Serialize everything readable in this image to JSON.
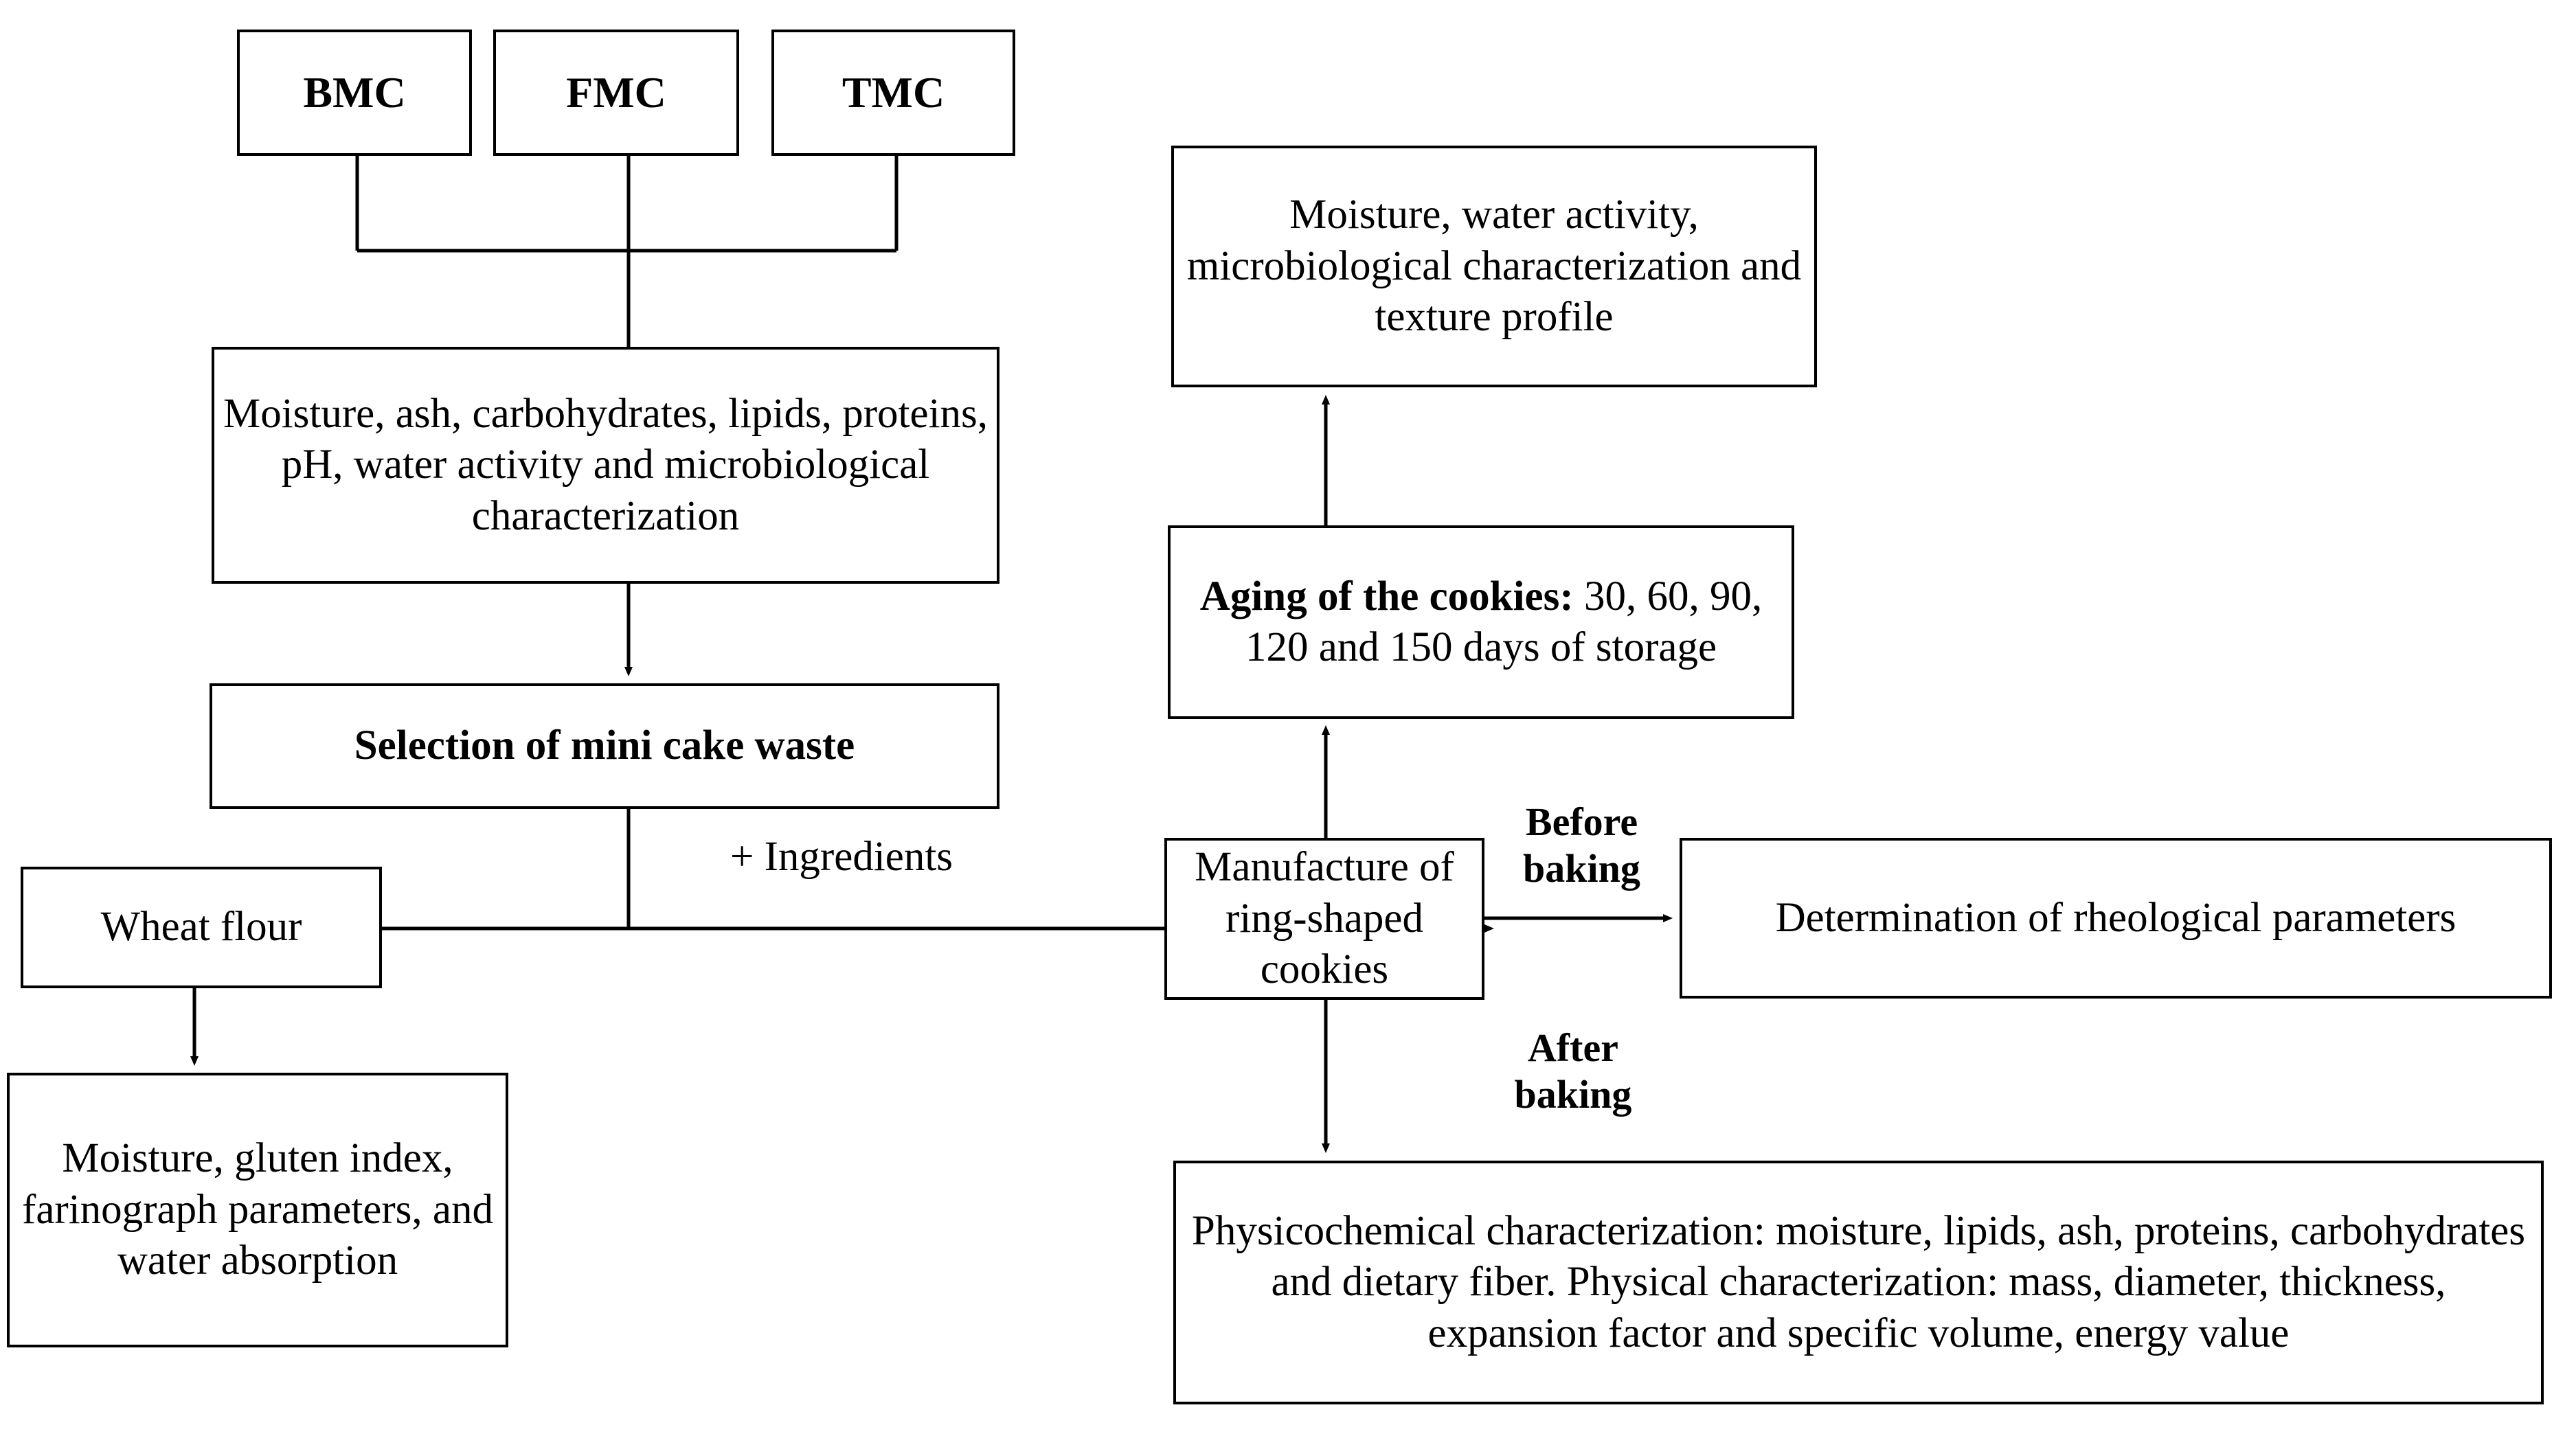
{
  "diagram": {
    "title": "Experimental flowchart of mini cake waste cookie production and characterization",
    "line_color": "#000000",
    "background_color": "#ffffff",
    "nodes": {
      "bmc": "BMC",
      "fmc": "FMC",
      "tmc": "TMC",
      "raw_characterization": "Moisture, ash, carbohydrates, lipids, proteins, pH, water activity and microbiological characterization",
      "selection": "Selection of mini cake waste",
      "wheat_flour": "Wheat flour",
      "flour_characterization": "Moisture, gluten index, farinograph parameters, and water absorption",
      "storage_characterization": "Moisture, water activity, microbiological characterization and texture profile",
      "aging_bold": "Aging of the cookies:",
      "aging_rest": " 30, 60, 90, 120 and 150 days of storage",
      "manufacture": "Manufacture of ring-shaped cookies",
      "rheology": "Determination of rheological parameters",
      "physicochemical": "Physicochemical characterization: moisture, lipids, ash, proteins, carbohydrates and dietary fiber. Physical characterization: mass, diameter, thickness, expansion factor and specific volume, energy value"
    },
    "edge_labels": {
      "ingredients": "+ Ingredients",
      "before_baking_line1": "Before",
      "before_baking_line2": "baking",
      "after_baking_line1": "After",
      "after_baking_line2": "baking"
    }
  }
}
